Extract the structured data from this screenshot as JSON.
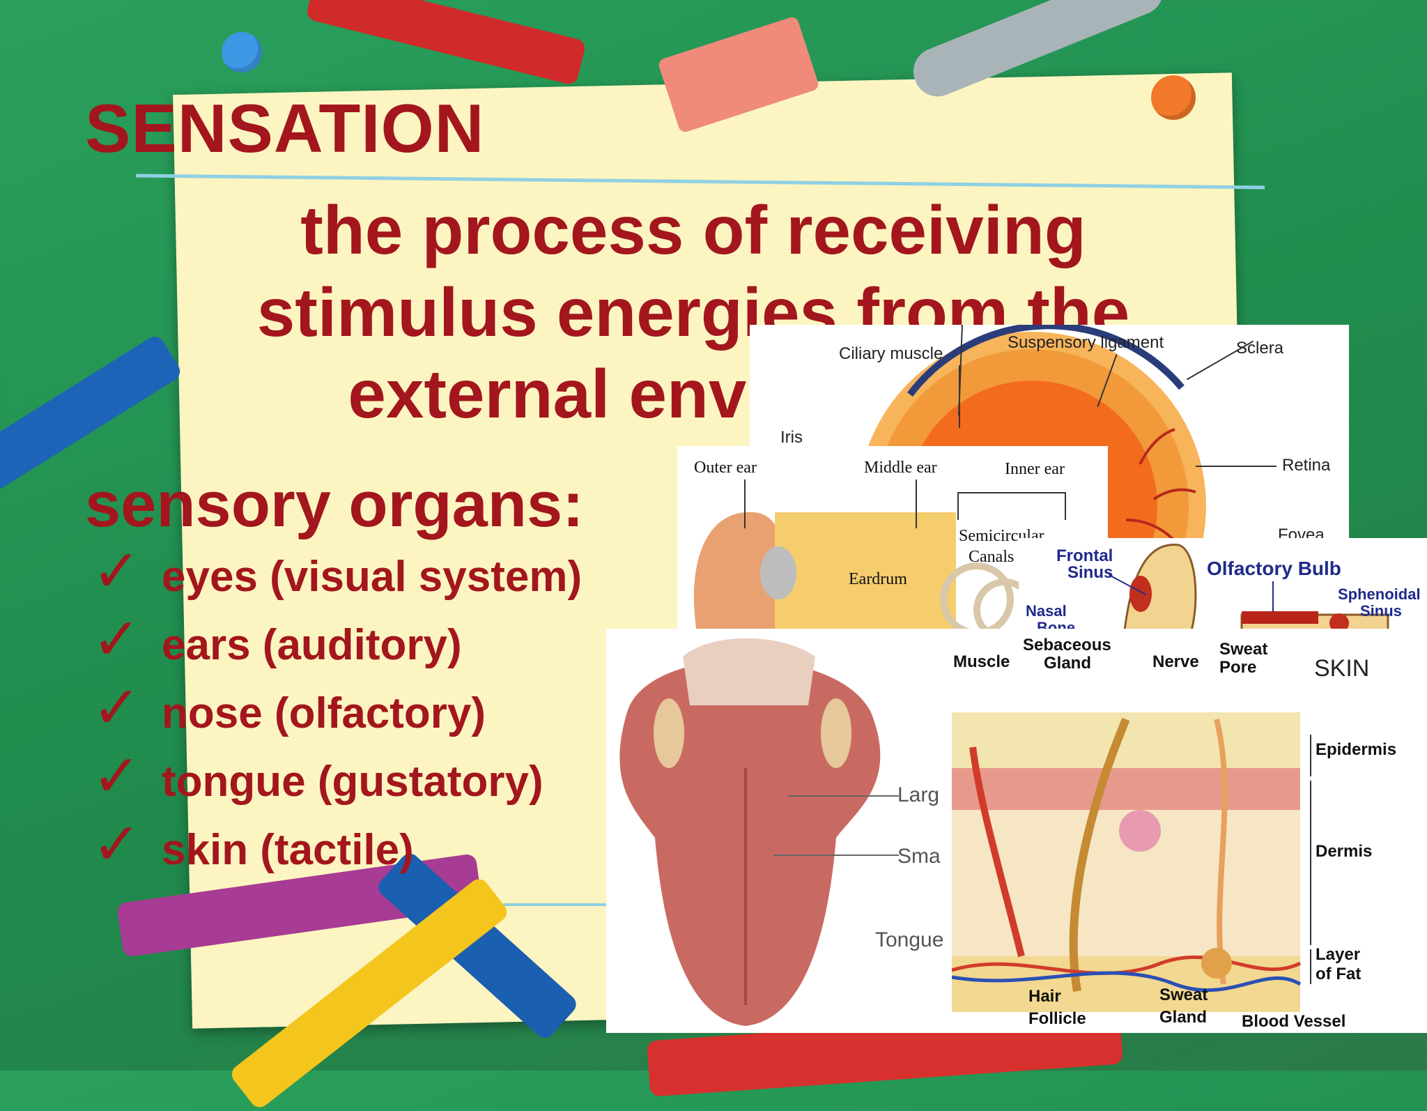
{
  "slide": {
    "title": "SENSATION",
    "definition": [
      "the process of receiving",
      "stimulus energies from the",
      "external environment"
    ],
    "subheading": "sensory organs:",
    "check_icon": "check-icon",
    "organs": [
      "eyes (visual system)",
      "ears (auditory)",
      "nose (olfactory)",
      "tongue (gustatory)",
      "skin (tactile)"
    ]
  },
  "eye_diagram": {
    "labels": {
      "ciliary": "Ciliary muscle",
      "suspensory": "Suspensory ligament",
      "sclera": "Sclera",
      "iris": "Iris",
      "retina": "Retina",
      "fovea": "Fovea"
    }
  },
  "ear_diagram": {
    "labels": {
      "outer": "Outer ear",
      "middle": "Middle ear",
      "inner": "Inner ear",
      "semicircular": "Semicircular",
      "canals": "Canals",
      "eardrum": "Eardrum"
    }
  },
  "nose_diagram": {
    "labels": {
      "frontal": "Frontal",
      "sinus": "Sinus",
      "olfactory_bulb": "Olfactory Bulb",
      "sphenoidal": "Sphenoidal",
      "sphenoidal_sinus": "Sinus",
      "nasal": "Nasal",
      "bone": "Bone"
    }
  },
  "tongue_diagram": {
    "labels": {
      "large": "Larg",
      "small": "Sma",
      "tongue": "Tongue"
    }
  },
  "skin_diagram": {
    "labels": {
      "title": "SKIN",
      "muscle": "Muscle",
      "sebaceous": "Sebaceous",
      "gland": "Gland",
      "nerve": "Nerve",
      "sweat_pore_1": "Sweat",
      "sweat_pore_2": "Pore",
      "epidermis": "Epidermis",
      "dermis": "Dermis",
      "layer": "Layer",
      "of_fat": "of Fat",
      "hair": "Hair",
      "follicle": "Follicle",
      "sweat_gland_1": "Sweat",
      "sweat_gland_2": "Gland",
      "blood_vessel": "Blood Vessel"
    }
  },
  "colors": {
    "text_red": "#a3161d",
    "background_green": "#2aa05c",
    "paper": "#fcf5c1"
  }
}
